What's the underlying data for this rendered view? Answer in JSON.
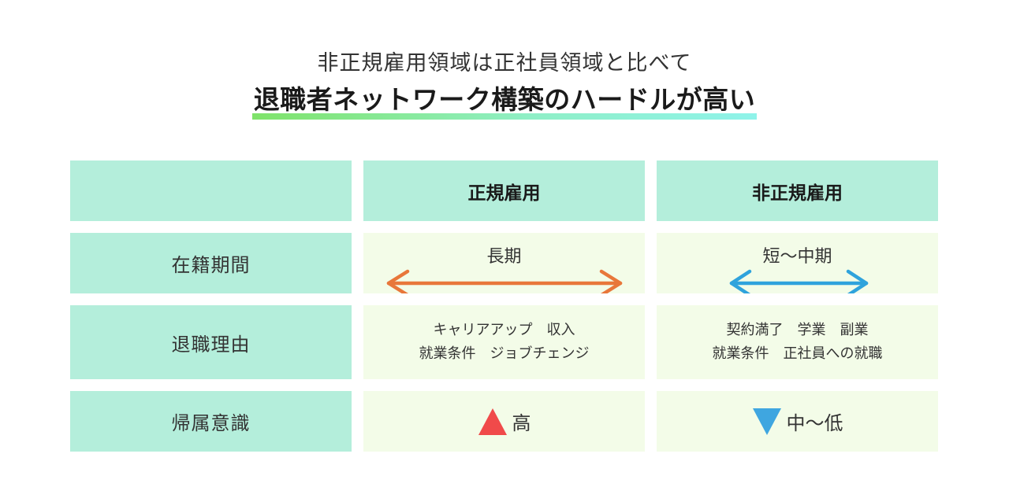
{
  "header": {
    "subtitle": "非正規雇用領域は正社員領域と比べて",
    "title": "退職者ネットワーク構築のハードルが高い"
  },
  "table": {
    "columns": [
      "",
      "正規雇用",
      "非正規雇用"
    ],
    "rows": [
      {
        "label": "在籍期間",
        "regular": "長期",
        "non_regular": "短〜中期"
      },
      {
        "label": "退職理由",
        "regular": [
          "キャリアアップ　収入",
          "就業条件　ジョブチェンジ"
        ],
        "non_regular": [
          "契約満了　学業　副業",
          "就業条件　正社員への就職"
        ]
      },
      {
        "label": "帰属意識",
        "regular": "高",
        "non_regular": "中〜低"
      }
    ]
  },
  "colors": {
    "header_bg": "#b4eedb",
    "body_bg": "#f3fce8",
    "regular_arrow": "#e8773a",
    "non_regular_arrow": "#2fa3dc",
    "high_mark": "#f04a4a",
    "low_mark": "#3fa6e0"
  },
  "icons": {
    "regular_period": "double-arrow-long-icon",
    "non_regular_period": "double-arrow-short-icon",
    "high": "triangle-up-icon",
    "low": "triangle-down-icon"
  }
}
